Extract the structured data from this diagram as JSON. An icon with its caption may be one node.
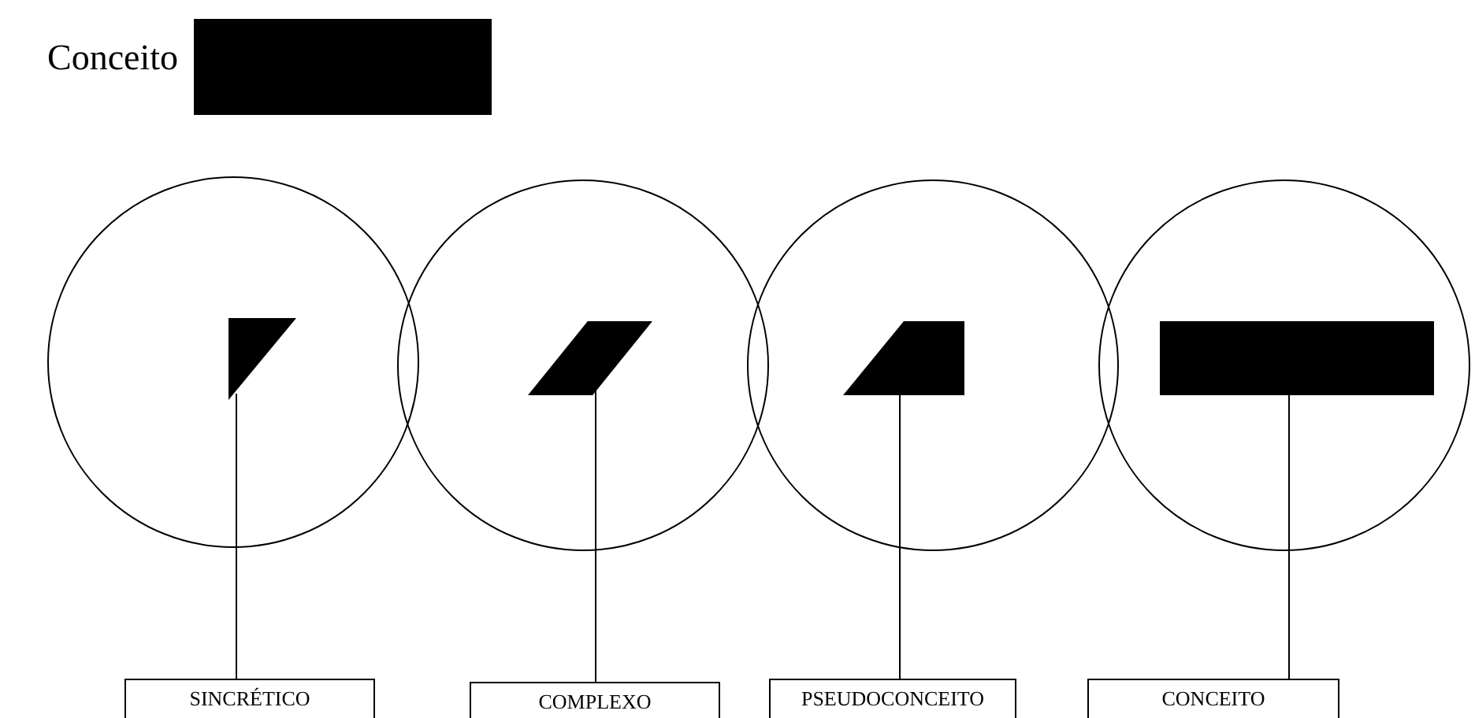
{
  "diagram": {
    "title": "Conceito",
    "nodes": [
      {
        "text": [],
        "shape": "bar"
      },
      {
        "text": [],
        "shape": "circle"
      },
      {
        "text": [],
        "shape": "circle"
      },
      {
        "text": [],
        "shape": "circle"
      },
      {
        "text": [],
        "shape": "circle"
      },
      {
        "text": [],
        "shape": "triangle",
        "in": 1
      },
      {
        "text": [],
        "shape": "parallelogram",
        "in": 2
      },
      {
        "text": [],
        "shape": "trapezoid",
        "in": 3
      },
      {
        "text": [],
        "shape": "box",
        "in": 4
      },
      {
        "text": [
          "SINCRÉTICO"
        ]
      },
      {
        "text": [
          "COMPLEXO"
        ]
      },
      {
        "text": [
          "PSEUDOCONCEITO"
        ]
      },
      {
        "text": [
          "CONCEITO"
        ]
      }
    ],
    "edges": [
      {
        "from": 9,
        "to": 5,
        "arrow": "none"
      },
      {
        "from": 10,
        "to": 6,
        "arrow": "none"
      },
      {
        "from": 11,
        "to": 7,
        "arrow": "none"
      },
      {
        "from": 12,
        "to": 8,
        "arrow": "none"
      }
    ]
  }
}
